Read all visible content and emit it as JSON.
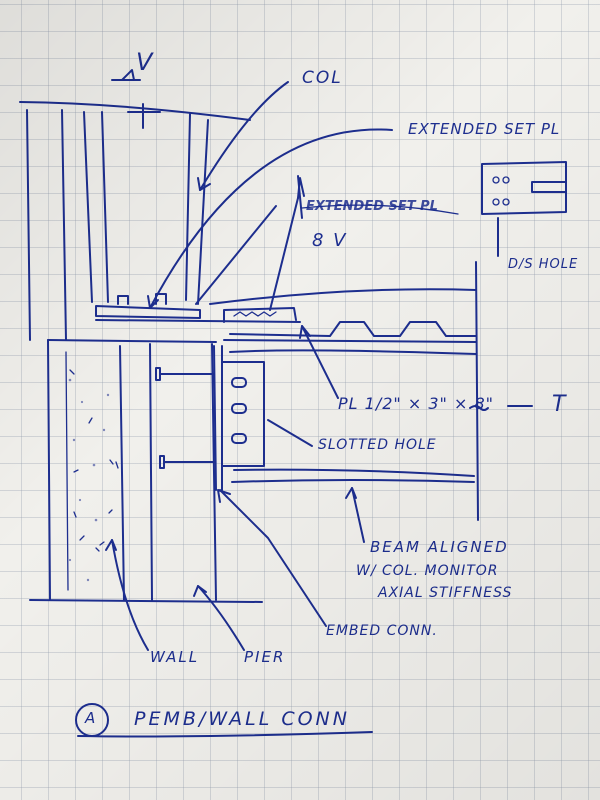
{
  "labels": {
    "col": "COL",
    "extended_plate": "EXTENDED SET PL",
    "scribble_note": "EXTENDED SET PL",
    "weld": "8 V",
    "ds_hole": "D/S HOLE",
    "plate_dims": "PL 1/2\" × 3\" × 8\"",
    "t_mark": "T",
    "slotted_hole": "SLOTTED HOLE",
    "beam_note_1": "BEAM ALIGNED",
    "beam_note_2": "W/ COL. MONITOR",
    "beam_note_3": "AXIAL STIFFNESS",
    "embed_conn": "EMBED CONN.",
    "wall": "WALL",
    "pier": "PIER",
    "detail_id": "A",
    "detail_title": "PEMB/WALL CONN",
    "section_mark": "V"
  },
  "colors": {
    "ink": "#1d2e8f",
    "paper": "#f1f0ec",
    "grid": "#96a0af"
  }
}
